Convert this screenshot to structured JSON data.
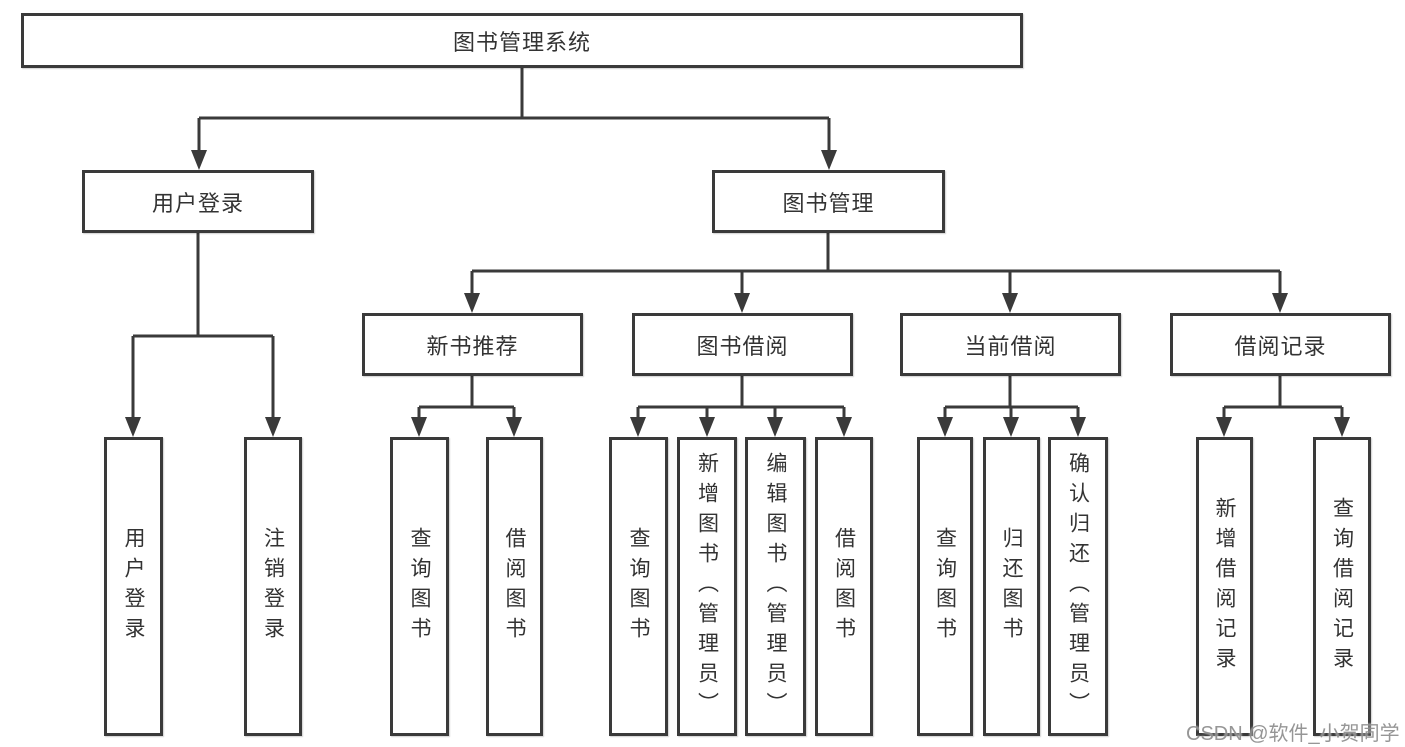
{
  "diagram": {
    "root": {
      "label": "图书管理系统"
    },
    "branches": [
      {
        "label": "用户登录",
        "children": [
          {
            "label": "用户登录"
          },
          {
            "label": "注销登录"
          }
        ]
      },
      {
        "label": "图书管理",
        "children": [
          {
            "label": "新书推荐",
            "children": [
              {
                "label": "查询图书"
              },
              {
                "label": "借阅图书"
              }
            ]
          },
          {
            "label": "图书借阅",
            "children": [
              {
                "label": "查询图书"
              },
              {
                "label": "新增图书（管理员）"
              },
              {
                "label": "编辑图书（管理员）"
              },
              {
                "label": "借阅图书"
              }
            ]
          },
          {
            "label": "当前借阅",
            "children": [
              {
                "label": "查询图书"
              },
              {
                "label": "归还图书"
              },
              {
                "label": "确认归还（管理员）"
              }
            ]
          },
          {
            "label": "借阅记录",
            "children": [
              {
                "label": "新增借阅记录"
              },
              {
                "label": "查询借阅记录"
              }
            ]
          }
        ]
      }
    ],
    "watermark": "CSDN @软件_小贺同学",
    "colors": {
      "line": "#3a3a3a",
      "text": "#333333",
      "box_background": "#ffffff",
      "watermark": "#878787"
    }
  }
}
